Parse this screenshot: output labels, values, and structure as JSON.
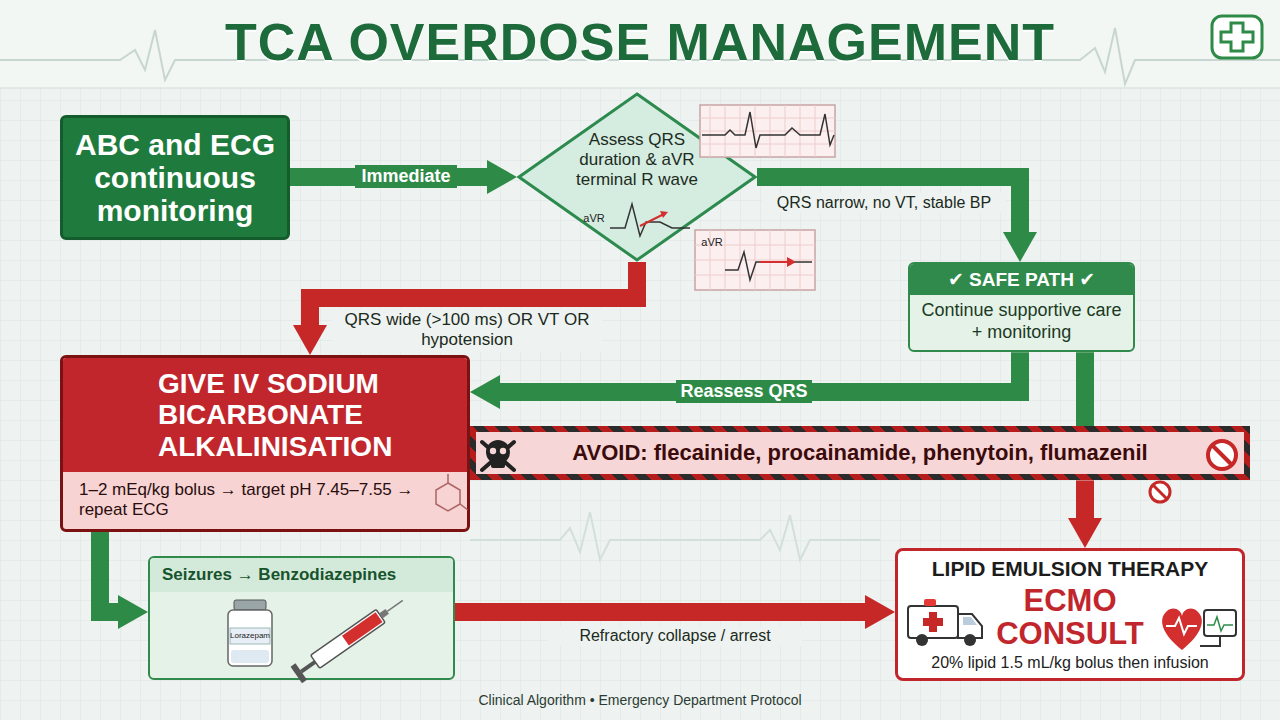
{
  "diagram": {
    "title": "TCA OVERDOSE MANAGEMENT",
    "caption": "Clinical Algorithm • Emergency Department Protocol",
    "nodes": [
      {
        "text": [
          "ABC and ECG continuous monitoring"
        ]
      },
      {
        "text": [
          "Assess QRS duration & aVR terminal R wave"
        ]
      },
      {
        "text": [
          "✔ SAFE PATH ✔",
          "Continue supportive care + monitoring"
        ]
      },
      {
        "text": [
          "GIVE IV SODIUM BICARBONATE ALKALINISATION",
          "1–2 mEq/kg bolus → target pH 7.45–7.55 → repeat ECG"
        ]
      },
      {
        "text": [
          "AVOID: flecainide, procainamide, phenytoin, flumazenil"
        ]
      },
      {
        "text": [
          "Seizures → Benzodiazepines"
        ]
      },
      {
        "text": [
          "LIPID EMULSION THERAPY",
          "ECMO CONSULT",
          "20% lipid 1.5 mL/kg bolus then infusion"
        ]
      }
    ],
    "edges": [
      {
        "from": 0,
        "to": 1,
        "label": "Immediate",
        "arrow": "to"
      },
      {
        "from": 1,
        "to": 2,
        "label": "QRS narrow, no VT, stable BP",
        "arrow": "to"
      },
      {
        "from": 1,
        "to": 3,
        "label": "QRS wide (>100 ms) OR VT OR hypotension",
        "arrow": "to"
      },
      {
        "from": 2,
        "to": 3,
        "label": "Reassess QRS",
        "arrow": "to"
      },
      {
        "from": 2,
        "to": 4,
        "arrow": "none"
      },
      {
        "from": 4,
        "to": 6,
        "arrow": "to"
      },
      {
        "from": 3,
        "to": 5,
        "arrow": "to"
      },
      {
        "from": 5,
        "to": 6,
        "label": "Refractory collapse / arrest",
        "arrow": "to"
      }
    ],
    "labels": [
      "aVR",
      "aVR",
      "Lorazepam"
    ]
  }
}
